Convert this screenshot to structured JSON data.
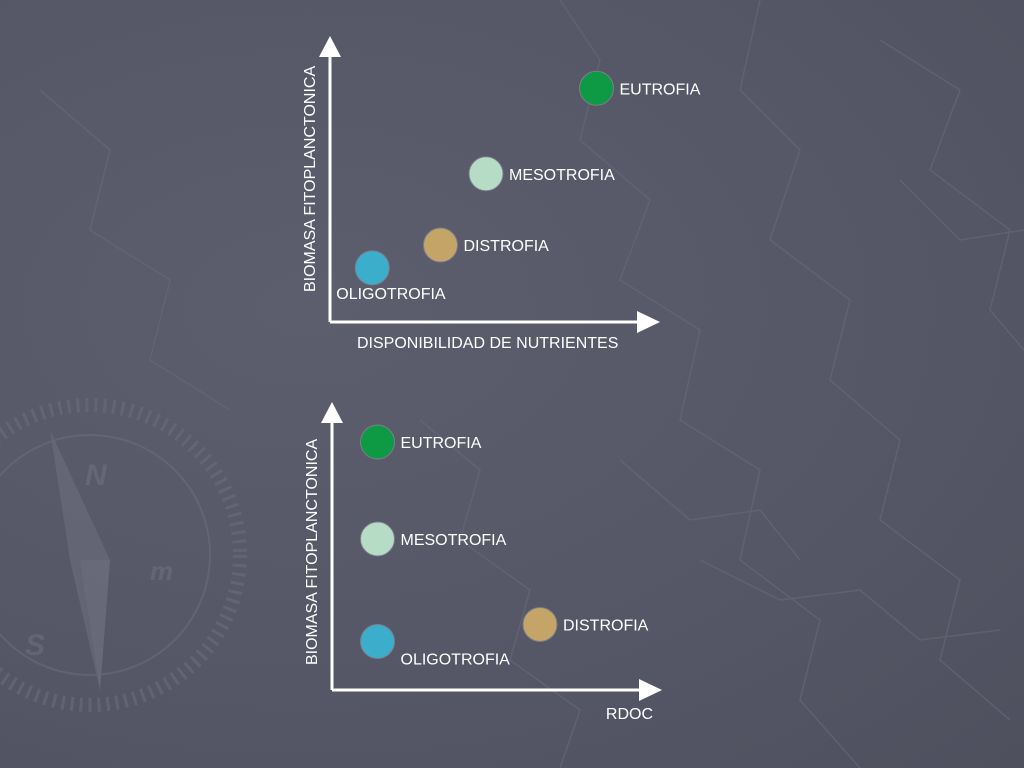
{
  "colors": {
    "background": "#565868",
    "axis": "#ffffff",
    "text": "#ffffff"
  },
  "icons": {
    "background_decoration": "compass-rose-icon"
  },
  "chart_data": [
    {
      "type": "scatter",
      "title": "",
      "xlabel": "DISPONIBILIDAD DE NUTRIENTES",
      "ylabel": "BIOMASA FITOPLANCTONICA",
      "xlim": [
        0,
        10
      ],
      "ylim": [
        0,
        10
      ],
      "grid": false,
      "points": [
        {
          "label": "OLIGOTROFIA",
          "x": 1.3,
          "y": 1.9,
          "color": "#3aaecb"
        },
        {
          "label": "DISTROFIA",
          "x": 3.4,
          "y": 2.7,
          "color": "#c4a467"
        },
        {
          "label": "MESOTROFIA",
          "x": 4.8,
          "y": 5.2,
          "color": "#b7dcc5"
        },
        {
          "label": "EUTROFIA",
          "x": 8.2,
          "y": 8.2,
          "color": "#0e9a45"
        }
      ]
    },
    {
      "type": "scatter",
      "title": "",
      "xlabel": "RDOC",
      "ylabel": "BIOMASA FITOPLANCTONICA",
      "xlim": [
        0,
        10
      ],
      "ylim": [
        0,
        10
      ],
      "grid": false,
      "points": [
        {
          "label": "OLIGOTROFIA",
          "x": 1.4,
          "y": 1.7,
          "color": "#3aaecb"
        },
        {
          "label": "DISTROFIA",
          "x": 6.4,
          "y": 2.3,
          "color": "#c4a467"
        },
        {
          "label": "MESOTROFIA",
          "x": 1.4,
          "y": 5.3,
          "color": "#b7dcc5"
        },
        {
          "label": "EUTROFIA",
          "x": 1.4,
          "y": 8.7,
          "color": "#0e9a45"
        }
      ]
    }
  ]
}
